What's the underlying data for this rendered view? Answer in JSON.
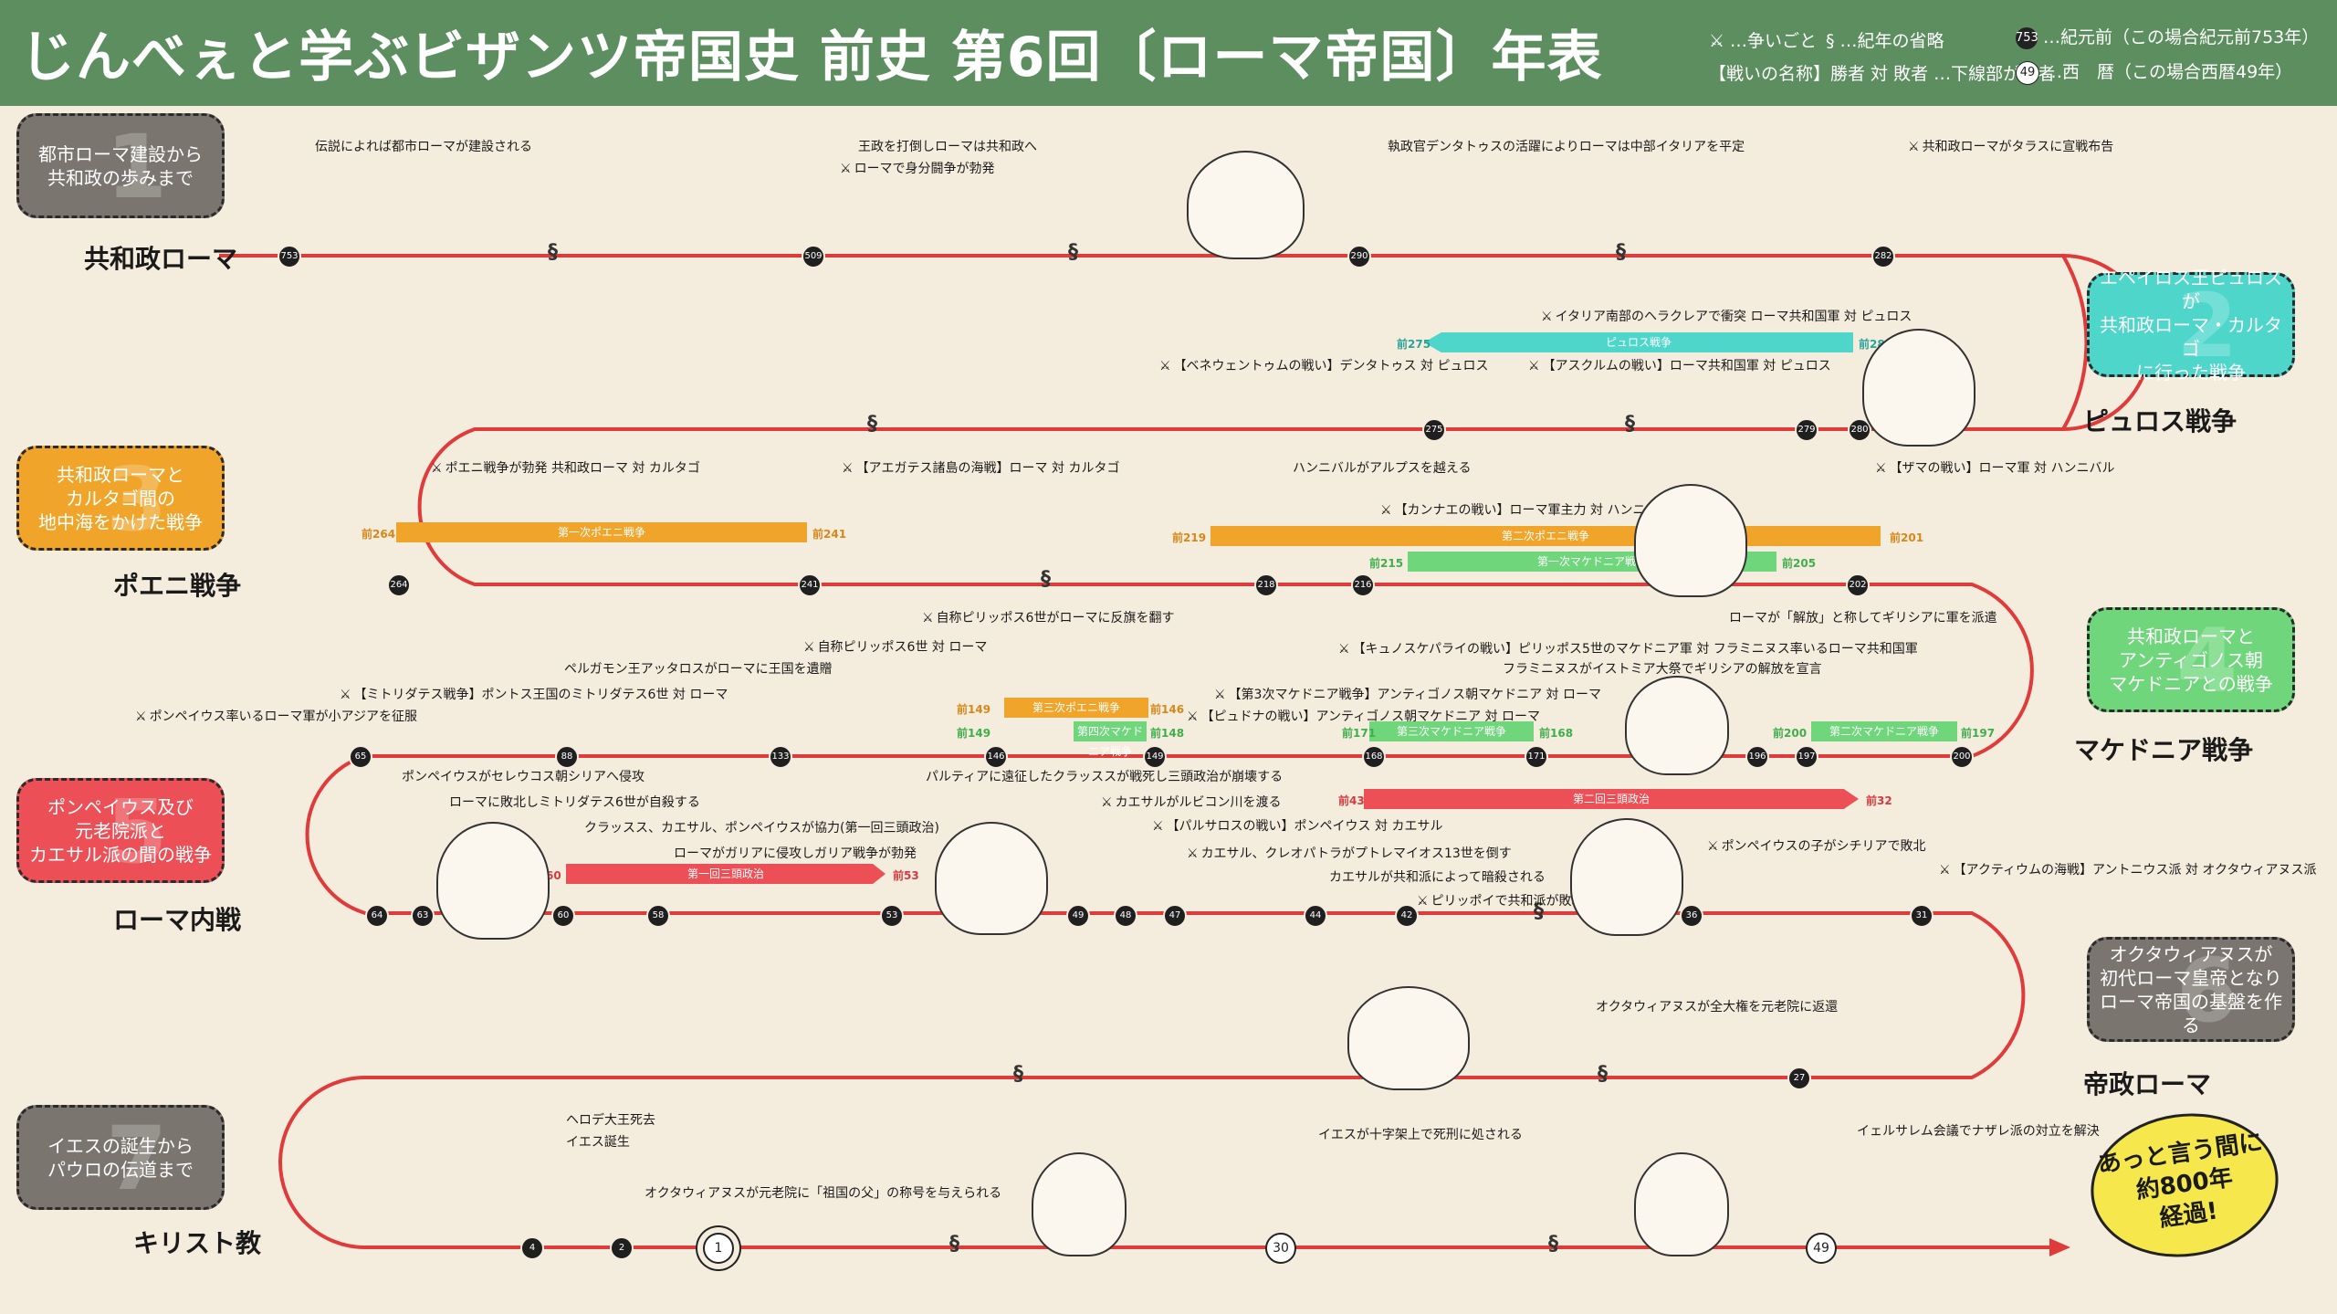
{
  "header": {
    "title": "じんべぇと学ぶビザンツ帝国史 前史 第6回〔ローマ帝国〕年表",
    "legend": [
      {
        "icon": "crossed-swords-icon",
        "text": "…争いごと"
      },
      {
        "icon": "break-mark-icon",
        "text": "…紀年の省略"
      },
      {
        "icon": "black-circle-icon",
        "badge": "753",
        "text": "…紀元前（この場合紀元前753年）"
      },
      {
        "icon": "battle-bracket-icon",
        "text": "【戦いの名称】勝者 対 敗者 …下線部が勝者"
      },
      {
        "icon": "white-circle-icon",
        "badge": "49",
        "text": "…西　暦（この場合西暦49年）"
      }
    ]
  },
  "colors": {
    "header": "#5c8e5f",
    "timeline": "#e03b3b",
    "era1": "#7a756e",
    "era2": "#4ed6cb",
    "era3": "#f0a52a",
    "era4": "#6fd67c",
    "era5": "#ec4f55",
    "era6": "#7a756e",
    "era7": "#7a756e"
  },
  "eras": [
    {
      "num": "1",
      "text": "都市ローマ建設から\n共和政の歩みまで",
      "label": "共和政ローマ"
    },
    {
      "num": "2",
      "text": "エペイロス王ピュロスが\n共和政ローマ・カルタゴ\nに行った戦争",
      "label": "ピュロス戦争"
    },
    {
      "num": "3",
      "text": "共和政ローマと\nカルタゴ間の\n地中海をかけた戦争",
      "label": "ポエニ戦争"
    },
    {
      "num": "4",
      "text": "共和政ローマと\nアンティゴノス朝\nマケドニアとの戦争",
      "label": "マケドニア戦争"
    },
    {
      "num": "5",
      "text": "ポンペイウス及び\n元老院派と\nカエサル派の間の戦争",
      "label": "ローマ内戦"
    },
    {
      "num": "6",
      "text": "オクタウィアヌスが\n初代ローマ皇帝となり\nローマ帝国の基盤を作る",
      "label": "帝政ローマ"
    },
    {
      "num": "7",
      "text": "イエスの誕生から\nパウロの伝道まで",
      "label": "キリスト教"
    }
  ],
  "rows": {
    "row1": {
      "nodes": [
        "753",
        "509",
        "290",
        "282"
      ],
      "events": [
        "伝説によれば都市ローマが建設される",
        "王政を打倒しローマは共和政へ",
        "ローマで身分闘争が勃発",
        "執政官デンタトゥスの活躍によりローマは中部イタリアを平定",
        "共和政ローマがタラスに宣戦布告"
      ]
    },
    "row2": {
      "nodes": [
        "275",
        "279",
        "280"
      ],
      "events": [
        "イタリア南部のヘラクレアで衝突 ローマ共和国軍 対 ピュロス",
        "【ベネウェントゥムの戦い】デンタトゥス 対 ピュロス",
        "【アスクルムの戦い】ローマ共和国軍 対 ピュロス"
      ],
      "band": {
        "label": "ピュロス戦争",
        "start": "前275",
        "end": "前280"
      }
    },
    "row3": {
      "nodes": [
        "264",
        "241",
        "218",
        "216",
        "202"
      ],
      "events": [
        "ポエニ戦争が勃発 共和政ローマ 対 カルタゴ",
        "【アエガテス諸島の海戦】ローマ 対 カルタゴ",
        "ハンニバルがアルプスを越える",
        "【カンナエの戦い】ローマ軍主力 対 ハンニバル",
        "【ザマの戦い】ローマ軍 対 ハンニバル"
      ],
      "bands": [
        {
          "label": "第一次ポエニ戦争",
          "start": "前264",
          "end": "前241"
        },
        {
          "label": "第二次ポエニ戦争",
          "start": "前219",
          "end": "前201"
        },
        {
          "label": "第一次マケドニア戦争",
          "start": "前215",
          "end": "前205"
        }
      ]
    },
    "row4": {
      "nodes": [
        "65",
        "88",
        "133",
        "146",
        "149",
        "168",
        "171",
        "196",
        "197",
        "200"
      ],
      "events": [
        "ポンペイウス率いるローマ軍が小アジアを征服",
        "【ミトリダテス戦争】ポントス王国のミトリダテス6世 対 ローマ",
        "ペルガモン王アッタロスがローマに王国を遺贈",
        "自称ピリッポス6世 対 ローマ",
        "自称ピリッポス6世がローマに反旗を翻す",
        "【第3次マケドニア戦争】アンティゴノス朝マケドニア 対 ローマ",
        "【ピュドナの戦い】アンティゴノス朝マケドニア 対 ローマ",
        "【キュノスケパライの戦い】ピリッポス5世のマケドニア軍 対 フラミニヌス率いるローマ共和国軍",
        "フラミニヌスがイストミア大祭でギリシアの解放を宣言",
        "ローマが「解放」と称してギリシアに軍を派遣"
      ],
      "bands": [
        {
          "label": "第三次ポエニ戦争",
          "start": "前149",
          "end": "前146"
        },
        {
          "label": "第四次マケドニア戦争",
          "start": "前149",
          "end": "前148"
        },
        {
          "label": "第三次マケドニア戦争",
          "start": "前171",
          "end": "前168"
        },
        {
          "label": "第二次マケドニア戦争",
          "start": "前200",
          "end": "前197"
        }
      ]
    },
    "row5": {
      "nodes": [
        "64",
        "63",
        "60",
        "58",
        "53",
        "49",
        "48",
        "47",
        "44",
        "42",
        "36",
        "31"
      ],
      "events": [
        "ポンペイウスがセレウコス朝シリアへ侵攻",
        "ローマに敗北しミトリダテス6世が自殺する",
        "クラッスス、カエサル、ポンペイウスが協力(第一回三頭政治)",
        "ローマがガリアに侵攻しガリア戦争が勃発",
        "パルティアに遠征したクラッススが戦死し三頭政治が崩壊する",
        "カエサルがルビコン川を渡る",
        "【パルサロスの戦い】ポンペイウス 対 カエサル",
        "カエサル、クレオパトラがプトレマイオス13世を倒す",
        "カエサルが共和派によって暗殺される",
        "ピリッポイで共和派が敗北",
        "ポンペイウスの子がシチリアで敗北",
        "【アクティウムの海戦】アントニウス派 対 オクタウィアヌス派"
      ],
      "bands": [
        {
          "label": "第一回三頭政治",
          "start": "前60",
          "end": "前53"
        },
        {
          "label": "第二回三頭政治",
          "start": "前43",
          "end": "前32"
        }
      ]
    },
    "row6": {
      "nodes": [
        "27"
      ],
      "events": [
        "オクタウィアヌスが全大権を元老院に返還"
      ]
    },
    "row7": {
      "nodes": [
        "4",
        "2",
        "1",
        "30",
        "49"
      ],
      "events": [
        "ヘロデ大王死去",
        "イエス誕生",
        "オクタウィアヌスが元老院に「祖国の父」の称号を与えられる",
        "イエスが十字架上で死刑に処される",
        "イェルサレム会議でナザレ派の対立を解決"
      ]
    }
  },
  "callout": "あっと言う間に\n約800年\n経過!"
}
